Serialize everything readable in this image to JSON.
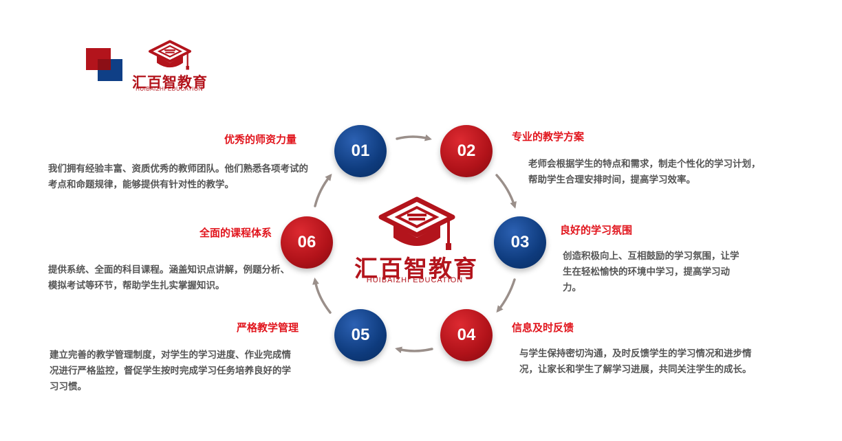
{
  "logo": {
    "name": "汇百智教育",
    "subtitle": "HUIBAIZHI EDUCATION",
    "brand_color": "#b3141c",
    "accent_blue": "#0f3f86"
  },
  "steps": [
    {
      "number": "01",
      "title": "优秀的师资力量",
      "desc": "我们拥有经验丰富、资质优秀的教师团队。他们熟悉各项考试的考点和命题规律，能够提供有针对性的教学。",
      "color": "blue"
    },
    {
      "number": "02",
      "title": "专业的教学方案",
      "desc": "老师会根据学生的特点和需求，制走个性化的学习计划，帮助学生合理安排时间，提高学习效率。",
      "color": "red"
    },
    {
      "number": "03",
      "title": "良好的学习氛围",
      "desc": "创造积极向上、互相鼓励的学习氛围，让学生在轻松愉快的环境中学习，提高学习动力。",
      "color": "blue"
    },
    {
      "number": "04",
      "title": "信息及时反馈",
      "desc": "与学生保持密切沟通，及时反馈学生的学习情况和进步情况，让家长和学生了解学习进展，共同关注学生的成长。",
      "color": "red"
    },
    {
      "number": "05",
      "title": "严格教学管理",
      "desc": "建立完善的教学管理制度，对学生的学习进度、作业完成情况进行严格监控，督促学生按时完成学习任务培养良好的学习习惯。",
      "color": "blue"
    },
    {
      "number": "06",
      "title": "全面的课程体系",
      "desc": "提供系统、全面的科目课程。涵盖知识点讲解，例题分析、模拟考试等环节，帮助学生扎实掌握知识。",
      "color": "red"
    }
  ],
  "colors": {
    "title_red": "#e1141c",
    "desc_gray": "#555555",
    "arrow_gray": "#9a8f8a"
  }
}
